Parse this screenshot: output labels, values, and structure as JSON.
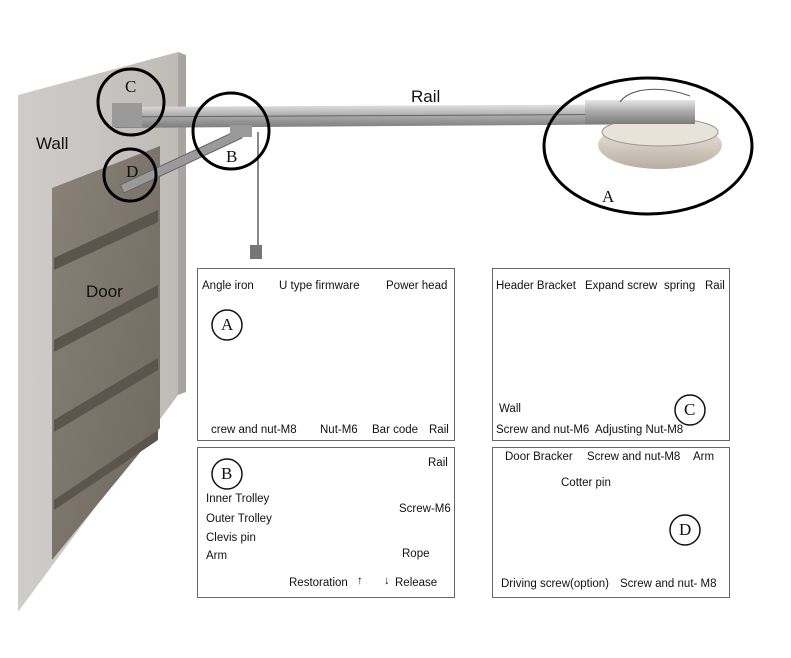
{
  "overview": {
    "rail_label": "Rail",
    "wall_label": "Wall",
    "door_label": "Door",
    "circle_letters": {
      "A": "A",
      "B": "B",
      "C": "C",
      "D": "D"
    }
  },
  "panel_a": {
    "letter": "A",
    "labels": {
      "angle_iron": "Angle iron",
      "u_type_firmware": "U type firmware",
      "power_head": "Power head",
      "screw_nut_m8": "crew and nut-M8",
      "nut_m6": "Nut-M6",
      "bar_code": "Bar code",
      "rail": "Rail"
    }
  },
  "panel_b": {
    "letter": "B",
    "labels": {
      "rail": "Rail",
      "inner_trolley": "Inner Trolley",
      "outer_trolley": "Outer Trolley",
      "screw_m6": "Screw-M6",
      "clevis_pin": "Clevis pin",
      "arm": "Arm",
      "rope": "Rope",
      "restoration": "Restoration",
      "release": "Release"
    }
  },
  "panel_c": {
    "letter": "C",
    "labels": {
      "header_bracket": "Header Bracket",
      "expand_screw": "Expand screw",
      "spring": "spring",
      "rail": "Rail",
      "wall": "Wall",
      "screw_nut_m6": "Screw and nut-M6",
      "adjusting_nut_m8": "Adjusting Nut-M8"
    }
  },
  "panel_d": {
    "letter": "D",
    "labels": {
      "door_bracker": "Door Bracker",
      "screw_nut_m8_top": "Screw and nut-M8",
      "arm": "Arm",
      "cotter_pin": "Cotter pin",
      "driving_screw": "Driving screw(option)",
      "screw_nut_m8_bottom": "Screw and nut- M8"
    }
  }
}
